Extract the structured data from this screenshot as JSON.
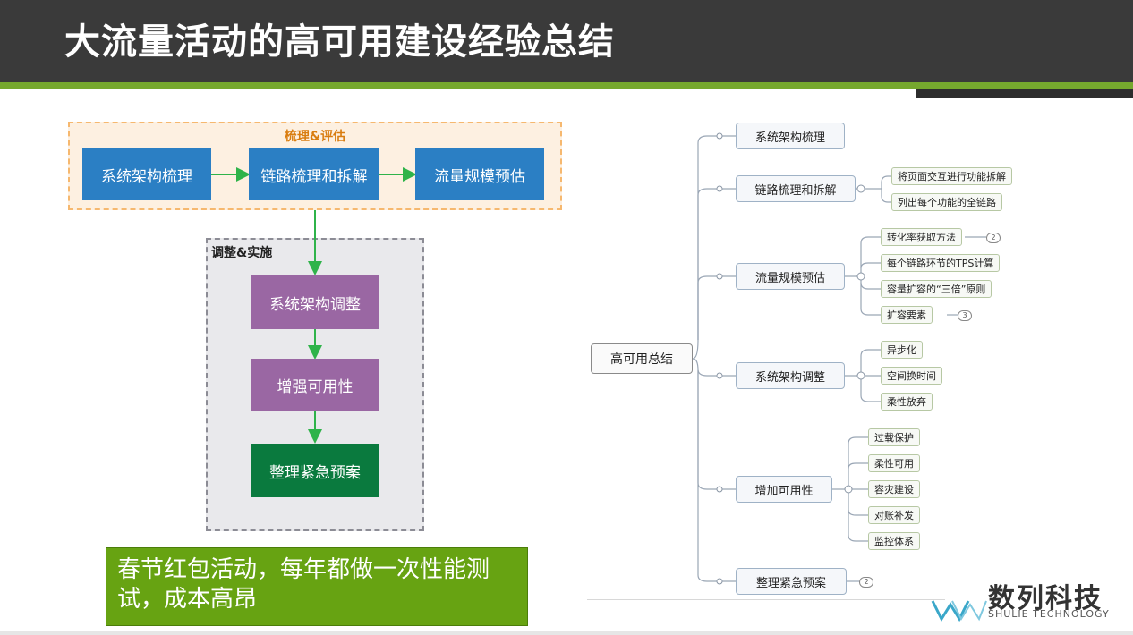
{
  "header": {
    "title": "大流量活动的高可用建设经验总结"
  },
  "flow": {
    "group1_label": "梳理&评估",
    "group2_label": "调整&实施",
    "step1": "系统架构梳理",
    "step2": "链路梳理和拆解",
    "step3": "流量规模预估",
    "step4": "系统架构调整",
    "step5": "增强可用性",
    "step6": "整理紧急预案"
  },
  "note": {
    "text": "春节红包活动，每年都做一次性能测试，成本高昂"
  },
  "mindmap": {
    "root": "高可用总结",
    "branches": [
      {
        "label": "系统架构梳理",
        "children": []
      },
      {
        "label": "链路梳理和拆解",
        "children": [
          "将页面交互进行功能拆解",
          "列出每个功能的全链路"
        ]
      },
      {
        "label": "流量规模预估",
        "children": [
          "转化率获取方法",
          "每个链路环节的TPS计算",
          "容量扩容的“三倍”原则",
          "扩容要素"
        ]
      },
      {
        "label": "系统架构调整",
        "children": [
          "异步化",
          "空间换时间",
          "柔性放弃"
        ]
      },
      {
        "label": "增加可用性",
        "children": [
          "过载保护",
          "柔性可用",
          "容灾建设",
          "对账补发",
          "监控体系"
        ]
      },
      {
        "label": "整理紧急预案",
        "children": []
      }
    ],
    "badges": {
      "conversion": "2",
      "scale_factors": "3",
      "emergency": "2"
    }
  },
  "logo": {
    "text": "数列科技",
    "sub": "SHULIE TECHNOLOGY"
  },
  "colors": {
    "header": "#3a3a3a",
    "accent_green": "#76a82e",
    "blue": "#2b7fc4",
    "purple": "#9a67a3",
    "dark_green": "#0a7a3e",
    "note_green": "#67a312"
  }
}
